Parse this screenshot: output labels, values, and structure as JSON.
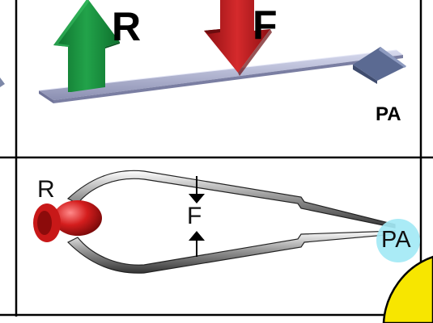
{
  "top_panel": {
    "resistance_label": "R",
    "force_label": "F",
    "fulcrum_label": "PA"
  },
  "bottom_panel": {
    "resistance_label": "R",
    "force_label": "F",
    "fulcrum_label": "PA"
  },
  "colors": {
    "resistance_arrow": "#1a8a3c",
    "force_arrow": "#c0171b",
    "lever_bar": "#b9bcd8",
    "fulcrum_block": "#5f6f96",
    "tweezers_tip_object": "#d31c1c",
    "fulcrum_circle": "#9fe6f2",
    "corner_shape": "#f7e600",
    "grid_lines": "#000000"
  }
}
